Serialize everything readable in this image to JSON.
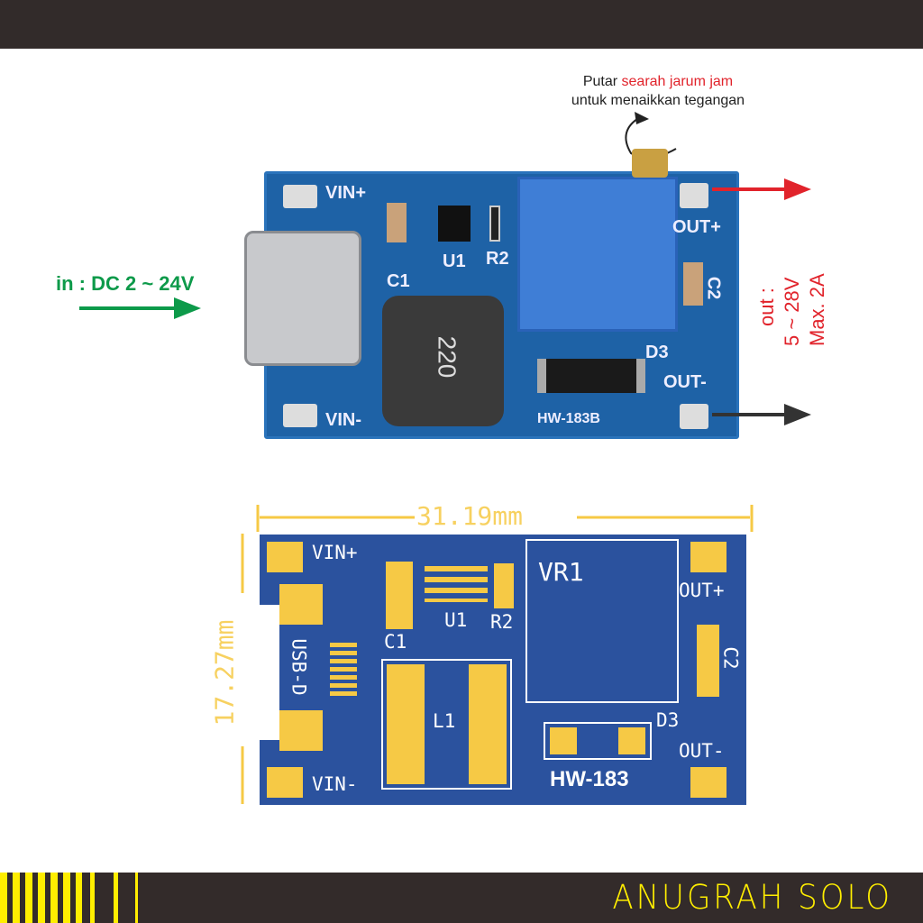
{
  "annotation": {
    "line1_prefix": "Putar ",
    "line1_highlight": "searah jarum jam",
    "line2": "untuk menaikkan tegangan"
  },
  "input_label": "in : DC 2 ~ 24V",
  "output_label": {
    "line1": "out :",
    "line2": "5 ~ 28V",
    "line3": "Max. 2A"
  },
  "photo_board": {
    "vin_plus": "VIN+",
    "vin_minus": "VIN-",
    "out_plus": "OUT+",
    "out_minus": "OUT-",
    "c1": "C1",
    "c2": "C2",
    "u1": "U1",
    "r2": "R2",
    "d3": "D3",
    "inductor": "220",
    "model": "HW-183B"
  },
  "drawing": {
    "width": "31.19mm",
    "height": "17.27mm",
    "vin_plus": "VIN+",
    "vin_minus": "VIN-",
    "out_plus": "OUT+",
    "out_minus": "OUT-",
    "vr1": "VR1",
    "u1": "U1",
    "r2": "R2",
    "c1": "C1",
    "c2": "C2",
    "l1": "L1",
    "d3": "D3",
    "usb": "USB-D",
    "model": "HW-183"
  },
  "brand": "ANUGRAH SOLO",
  "colors": {
    "accent": "#ffee00",
    "bar": "#322b2a",
    "red": "#e1232b",
    "green": "#0d9a4a"
  }
}
